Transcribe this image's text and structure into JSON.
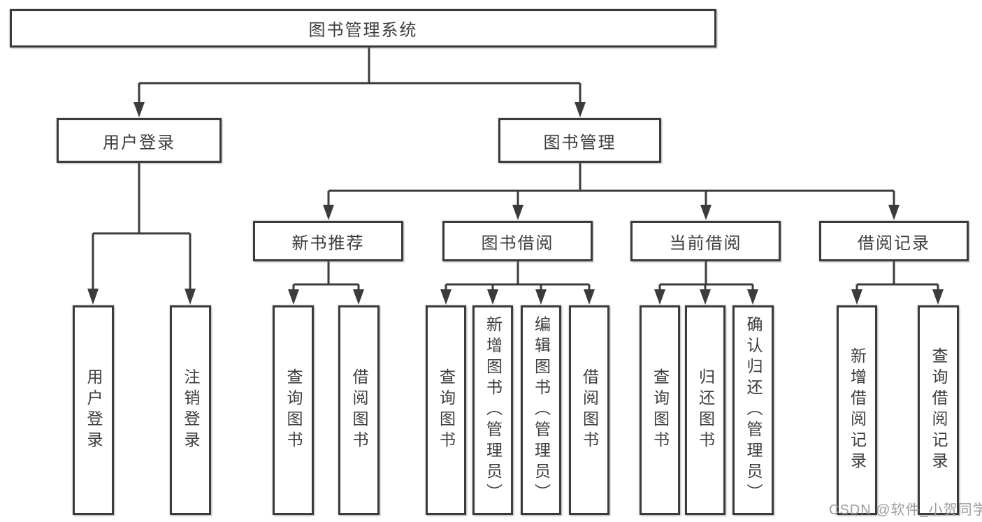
{
  "tree": {
    "root": {
      "label": "图书管理系统"
    },
    "branches": [
      {
        "label": "用户登录",
        "leaves": [
          {
            "label": "用户登录"
          },
          {
            "label": "注销登录"
          }
        ]
      },
      {
        "label": "图书管理",
        "children": [
          {
            "label": "新书推荐",
            "leaves": [
              {
                "label": "查询图书"
              },
              {
                "label": "借阅图书"
              }
            ]
          },
          {
            "label": "图书借阅",
            "leaves": [
              {
                "label": "查询图书"
              },
              {
                "label": "新增图书（管理员）"
              },
              {
                "label": "编辑图书（管理员）"
              },
              {
                "label": "借阅图书"
              }
            ]
          },
          {
            "label": "当前借阅",
            "leaves": [
              {
                "label": "查询图书"
              },
              {
                "label": "归还图书"
              },
              {
                "label": "确认归还（管理员）"
              }
            ]
          },
          {
            "label": "借阅记录",
            "leaves": [
              {
                "label": "新增借阅记录"
              },
              {
                "label": "查询借阅记录"
              }
            ]
          }
        ]
      }
    ]
  },
  "watermark": {
    "text": "CSDN @软件_小贺同学"
  },
  "colors": {
    "line": "#3b3b3b",
    "text": "#3d3d3d",
    "background": "#ffffff",
    "watermark": "#9d9d9d"
  }
}
